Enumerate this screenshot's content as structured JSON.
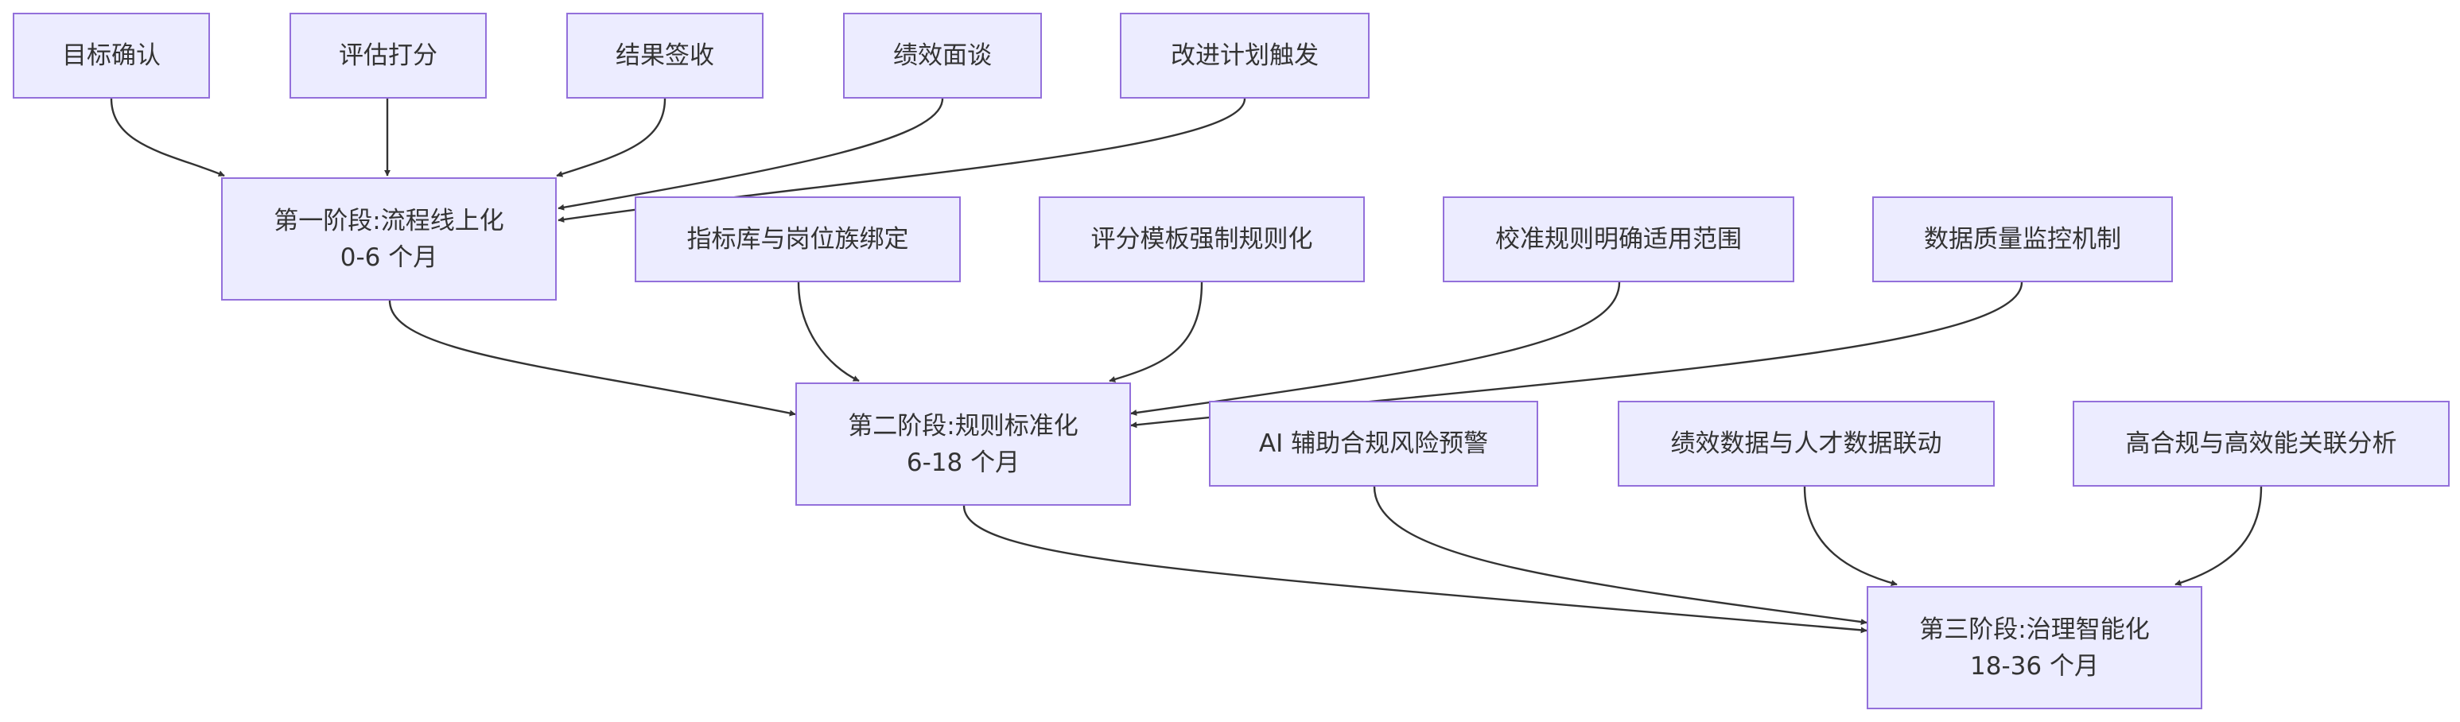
{
  "diagram": {
    "phase1": {
      "title": "第一阶段:流程线上化",
      "period": "0-6 个月"
    },
    "phase2": {
      "title": "第二阶段:规则标准化",
      "period": "6-18 个月"
    },
    "phase3": {
      "title": "第三阶段:治理智能化",
      "period": "18-36 个月"
    },
    "phase1_inputs": [
      "目标确认",
      "评估打分",
      "结果签收",
      "绩效面谈",
      "改进计划触发"
    ],
    "phase2_inputs": [
      "指标库与岗位族绑定",
      "评分模板强制规则化",
      "校准规则明确适用范围",
      "数据质量监控机制"
    ],
    "phase3_inputs": [
      "AI 辅助合规风险预警",
      "绩效数据与人才数据联动",
      "高合规与高效能关联分析"
    ],
    "colors": {
      "node_fill": "#ECECFF",
      "node_border": "#9370DB",
      "edge": "#333333",
      "text": "#333333"
    }
  }
}
